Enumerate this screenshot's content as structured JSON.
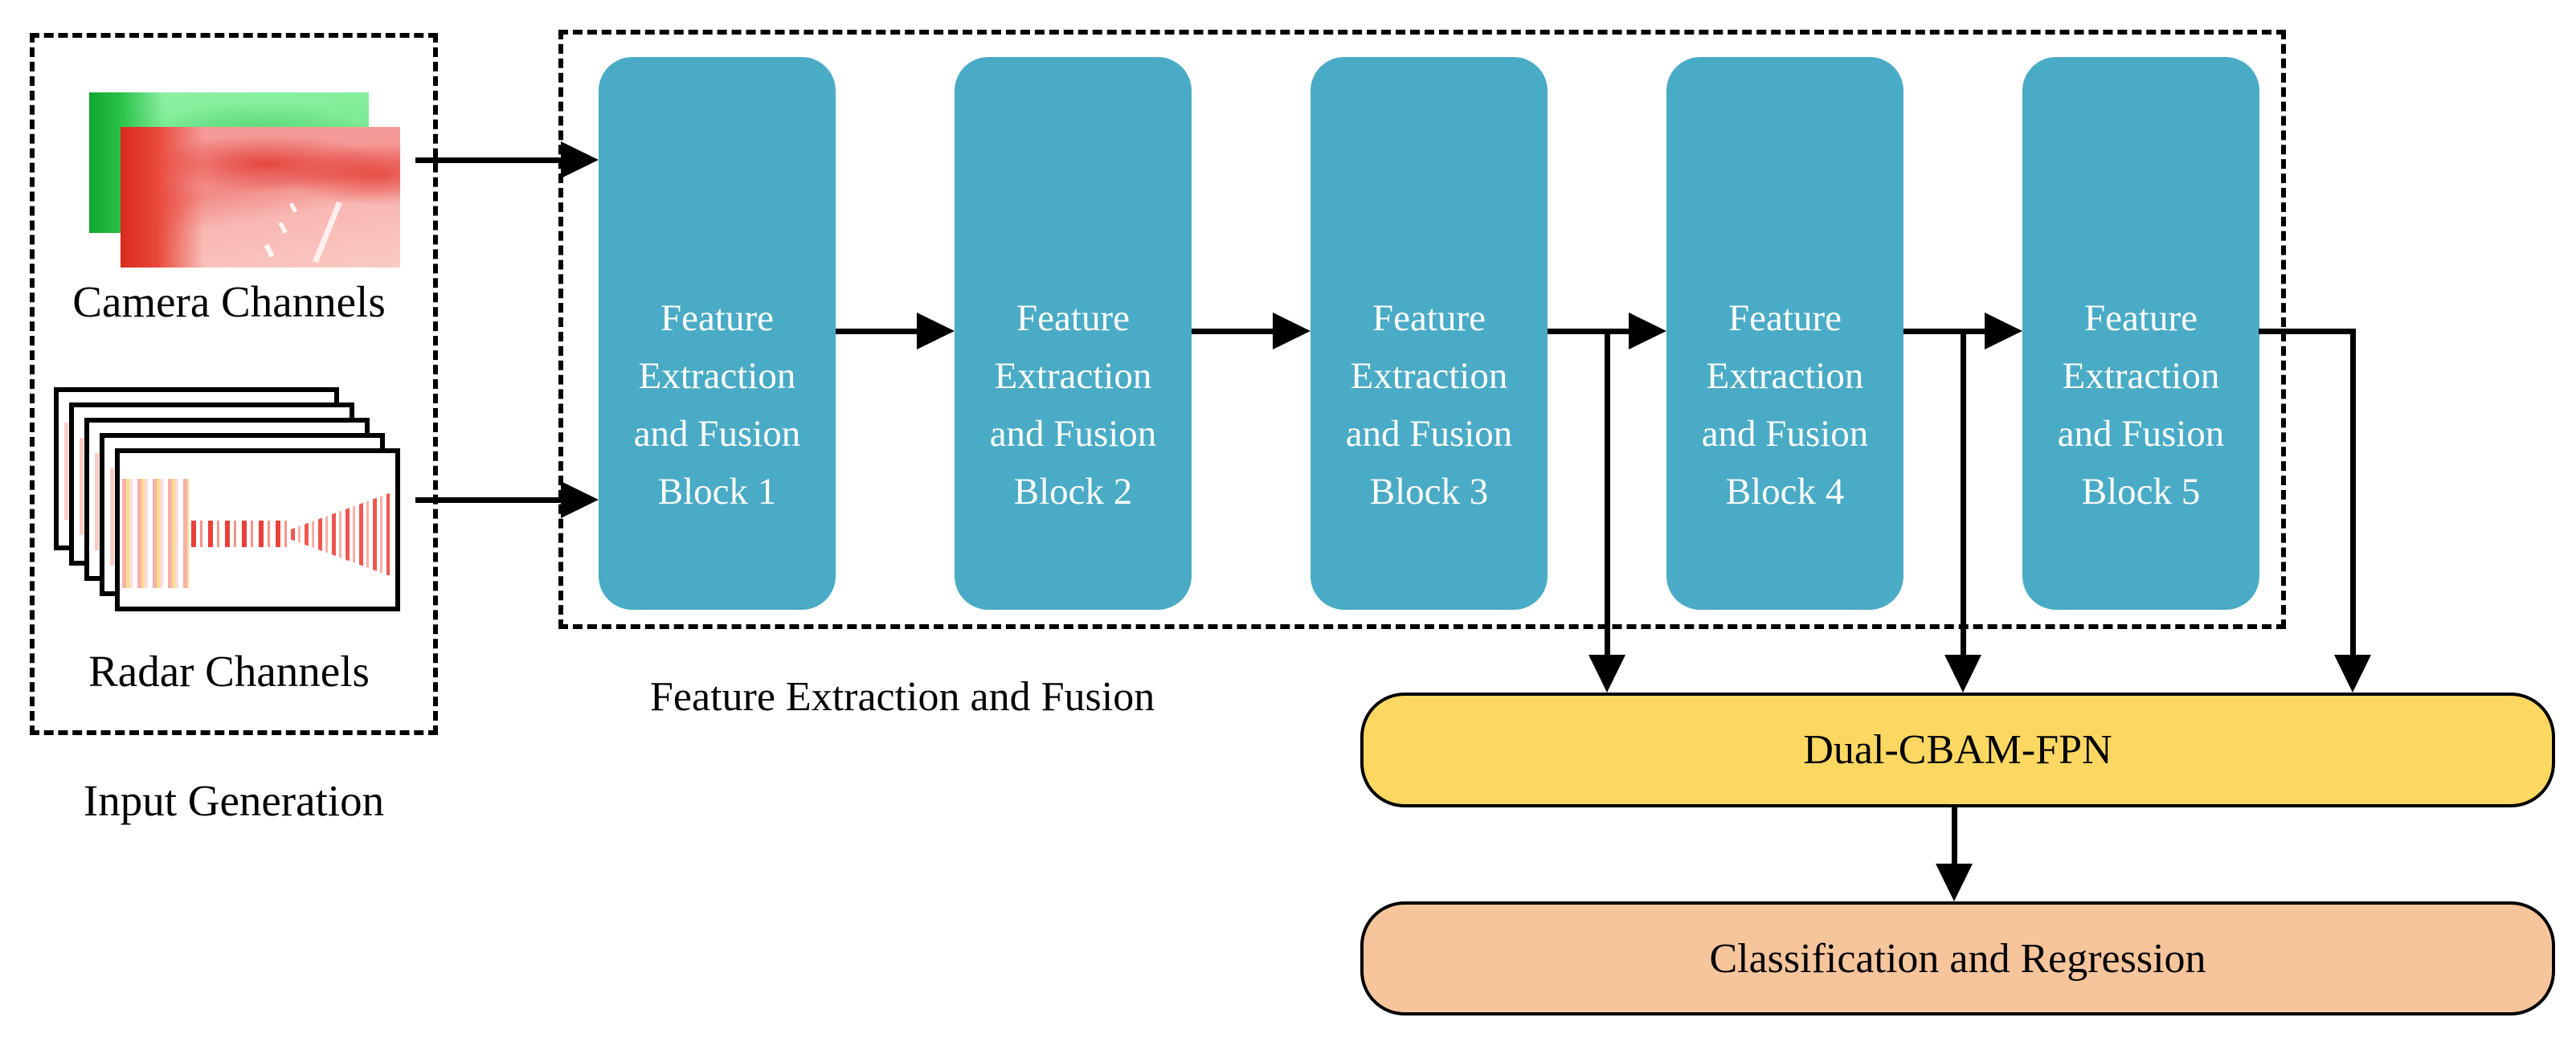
{
  "input_generation": {
    "label": "Input Generation",
    "camera_label": "Camera Channels",
    "radar_label": "Radar Channels"
  },
  "feature_extraction": {
    "label": "Feature Extraction and Fusion",
    "blocks": [
      {
        "lines": [
          "Feature",
          "Extraction",
          "and Fusion",
          "Block 1"
        ]
      },
      {
        "lines": [
          "Feature",
          "Extraction",
          "and Fusion",
          "Block 2"
        ]
      },
      {
        "lines": [
          "Feature",
          "Extraction",
          "and Fusion",
          "Block 3"
        ]
      },
      {
        "lines": [
          "Feature",
          "Extraction",
          "and Fusion",
          "Block 4"
        ]
      },
      {
        "lines": [
          "Feature",
          "Extraction",
          "and Fusion",
          "Block 5"
        ]
      }
    ]
  },
  "fpn": {
    "label": "Dual-CBAM-FPN"
  },
  "head": {
    "label": "Classification and Regression"
  },
  "colors": {
    "block_fill": "#4AABC6",
    "fpn_fill": "#FCD863",
    "head_fill": "#F7C59C",
    "arrow": "#000000",
    "camera_red_tint": "#F59A98",
    "camera_green_tint": "#54E472",
    "camera_blue_tint": "#7E8CF0",
    "radar_bar_tint": "#E8392B"
  }
}
